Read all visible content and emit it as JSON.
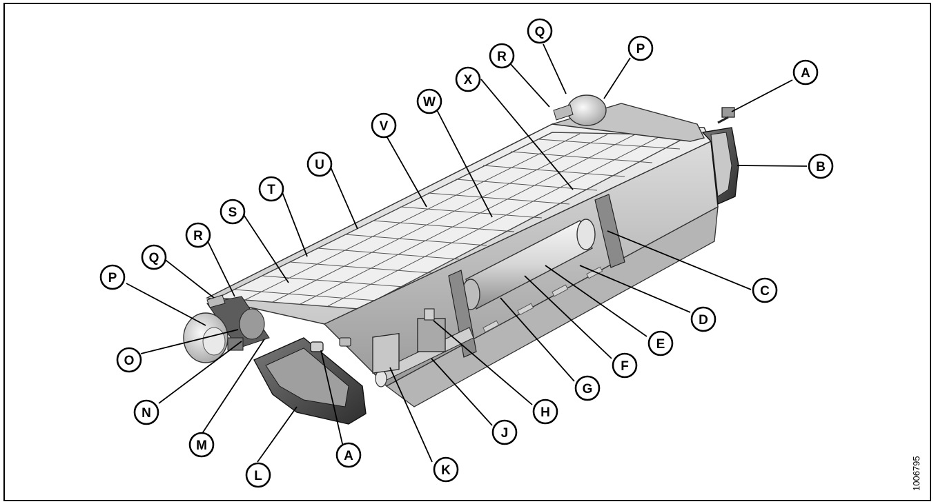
{
  "figure_id": "1006795",
  "callouts": [
    {
      "id": "A",
      "letter": "A"
    },
    {
      "id": "B",
      "letter": "B"
    },
    {
      "id": "C",
      "letter": "C"
    },
    {
      "id": "D",
      "letter": "D"
    },
    {
      "id": "E",
      "letter": "E"
    },
    {
      "id": "F",
      "letter": "F"
    },
    {
      "id": "G",
      "letter": "G"
    },
    {
      "id": "H",
      "letter": "H"
    },
    {
      "id": "J",
      "letter": "J"
    },
    {
      "id": "K",
      "letter": "K"
    },
    {
      "id": "A2",
      "letter": "A"
    },
    {
      "id": "L",
      "letter": "L"
    },
    {
      "id": "M",
      "letter": "M"
    },
    {
      "id": "N",
      "letter": "N"
    },
    {
      "id": "O",
      "letter": "O"
    },
    {
      "id": "P",
      "letter": "P"
    },
    {
      "id": "Q",
      "letter": "Q"
    },
    {
      "id": "R",
      "letter": "R"
    },
    {
      "id": "S",
      "letter": "S"
    },
    {
      "id": "T",
      "letter": "T"
    },
    {
      "id": "U",
      "letter": "U"
    },
    {
      "id": "V",
      "letter": "V"
    },
    {
      "id": "W",
      "letter": "W"
    },
    {
      "id": "X",
      "letter": "X"
    },
    {
      "id": "R2",
      "letter": "R"
    },
    {
      "id": "Q2",
      "letter": "Q"
    },
    {
      "id": "P2",
      "letter": "P"
    }
  ],
  "colors": {
    "outline": "#000000",
    "metal_light": "#e4e4e4",
    "metal_mid": "#bdbdbd",
    "metal_dark": "#6e6e6e",
    "shadow": "#3a3a3a"
  }
}
